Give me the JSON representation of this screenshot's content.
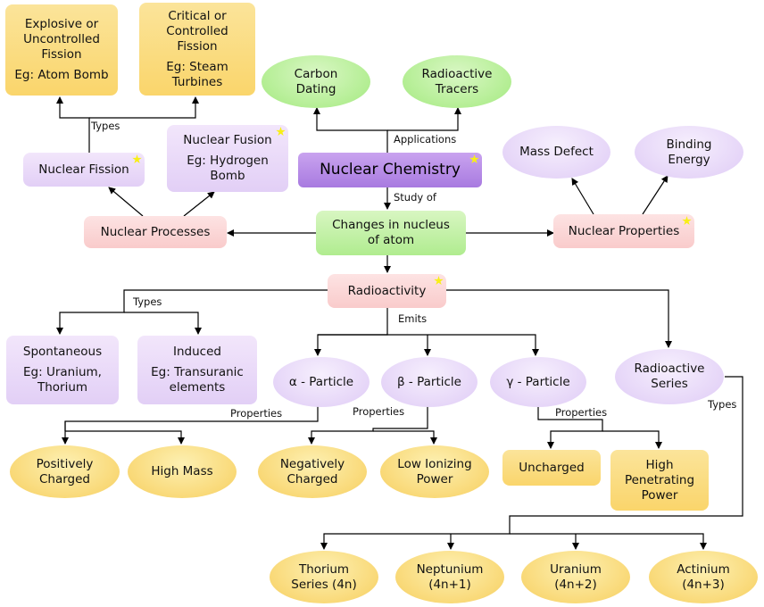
{
  "nodes": {
    "explosive_fission": {
      "lines": [
        "Explosive or",
        "Uncontrolled",
        "Fission"
      ],
      "example": "Eg: Atom Bomb"
    },
    "critical_fission": {
      "lines": [
        "Critical or",
        "Controlled",
        "Fission"
      ],
      "example": "Eg: Steam Turbines"
    },
    "carbon_dating": "Carbon Dating",
    "radioactive_tracers": "Radioactive Tracers",
    "nuclear_fission": "Nuclear Fission",
    "nuclear_fusion": {
      "label": "Nuclear Fusion",
      "example": "Eg: Hydrogen Bomb"
    },
    "nuclear_chemistry": "Nuclear Chemistry",
    "mass_defect": "Mass Defect",
    "binding_energy": "Binding Energy",
    "nuclear_processes": "Nuclear Processes",
    "changes_in_nucleus": "Changes in nucleus of atom",
    "nuclear_properties": "Nuclear Properties",
    "radioactivity": "Radioactivity",
    "spontaneous": {
      "label": "Spontaneous",
      "example": "Eg: Uranium, Thorium"
    },
    "induced": {
      "label": "Induced",
      "example": "Eg: Transuranic elements"
    },
    "alpha": "α - Particle",
    "beta": "β - Particle",
    "gamma": "γ - Particle",
    "radioactive_series": "Radioactive Series",
    "positively_charged": "Positively Charged",
    "high_mass": "High Mass",
    "negatively_charged": "Negatively Charged",
    "low_ionizing": "Low Ionizing Power",
    "uncharged": "Uncharged",
    "high_penetrating": "High Penetrating Power",
    "thorium": "Thorium Series (4n)",
    "neptunium": "Neptunium (4n+1)",
    "uranium": "Uranium (4n+2)",
    "actinium": "Actinium (4n+3)"
  },
  "links": {
    "types_fission": "Types",
    "applications": "Applications",
    "study_of": "Study of",
    "types_radioactivity": "Types",
    "emits": "Emits",
    "properties_alpha": "Properties",
    "properties_beta": "Properties",
    "properties_gamma": "Properties",
    "types_series": "Types"
  },
  "colors": {
    "yellow": "#f9d978",
    "green": "#b4ee94",
    "purple": "#e2cff6",
    "pink": "#f9cbcb",
    "title": "#a87ae0",
    "star": "#f8ef16",
    "line": "#000000"
  }
}
